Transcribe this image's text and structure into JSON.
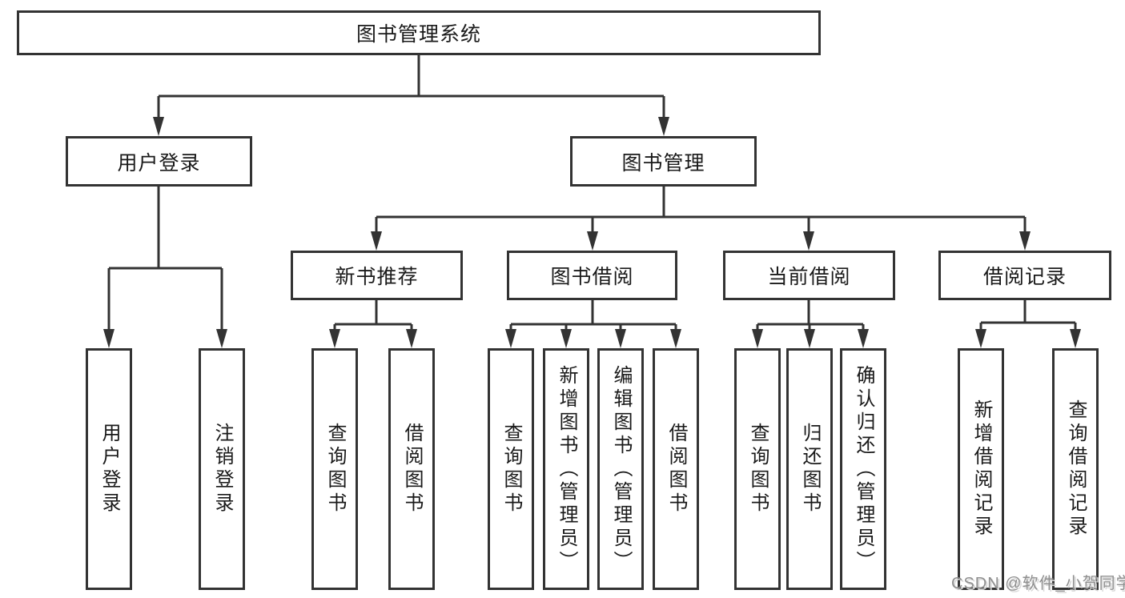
{
  "tree": {
    "root": {
      "label": "图书管理系统"
    },
    "branches": [
      {
        "label": "用户登录",
        "children": [
          {
            "label": "用户登录"
          },
          {
            "label": "注销登录"
          }
        ]
      },
      {
        "label": "图书管理",
        "groups": [
          {
            "label": "新书推荐",
            "children": [
              {
                "label": "查询图书"
              },
              {
                "label": "借阅图书"
              }
            ]
          },
          {
            "label": "图书借阅",
            "children": [
              {
                "label": "查询图书"
              },
              {
                "label": "新增图书（管理员）"
              },
              {
                "label": "编辑图书（管理员）"
              },
              {
                "label": "借阅图书"
              }
            ]
          },
          {
            "label": "当前借阅",
            "children": [
              {
                "label": "查询图书"
              },
              {
                "label": "归还图书"
              },
              {
                "label": "确认归还（管理员）"
              }
            ]
          },
          {
            "label": "借阅记录",
            "children": [
              {
                "label": "新增借阅记录"
              },
              {
                "label": "查询借阅记录"
              }
            ]
          }
        ]
      }
    ]
  },
  "watermark": {
    "text": "CSDN @软件_小贺同学"
  },
  "colors": {
    "line": "#333333",
    "text": "#1a1a1a",
    "background": "#ffffff",
    "watermark": "#8f8f8f"
  }
}
